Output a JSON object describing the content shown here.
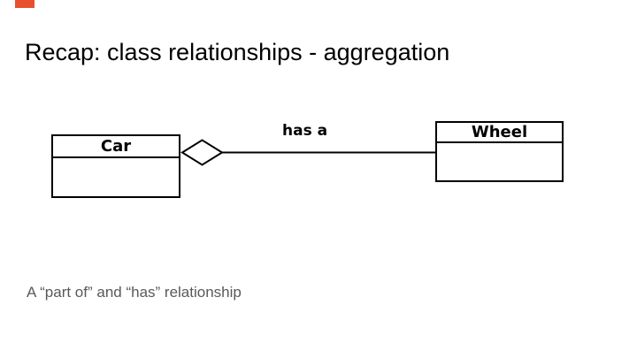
{
  "slide": {
    "title": "Recap: class relationships - aggregation",
    "note": "A “part of” and “has” relationship",
    "accent_color": "#e8502d",
    "background_color": "#ffffff"
  },
  "diagram": {
    "type": "uml-class-diagram",
    "relationship_kind": "aggregation",
    "classes": [
      {
        "name": "Car",
        "compartments": 2,
        "diamond_side": true
      },
      {
        "name": "Wheel",
        "compartments": 2,
        "diamond_side": false
      }
    ],
    "relationship": {
      "label": "has a",
      "from": "Car",
      "to": "Wheel"
    },
    "line_color": "#000000",
    "fill_color": "#ffffff"
  }
}
